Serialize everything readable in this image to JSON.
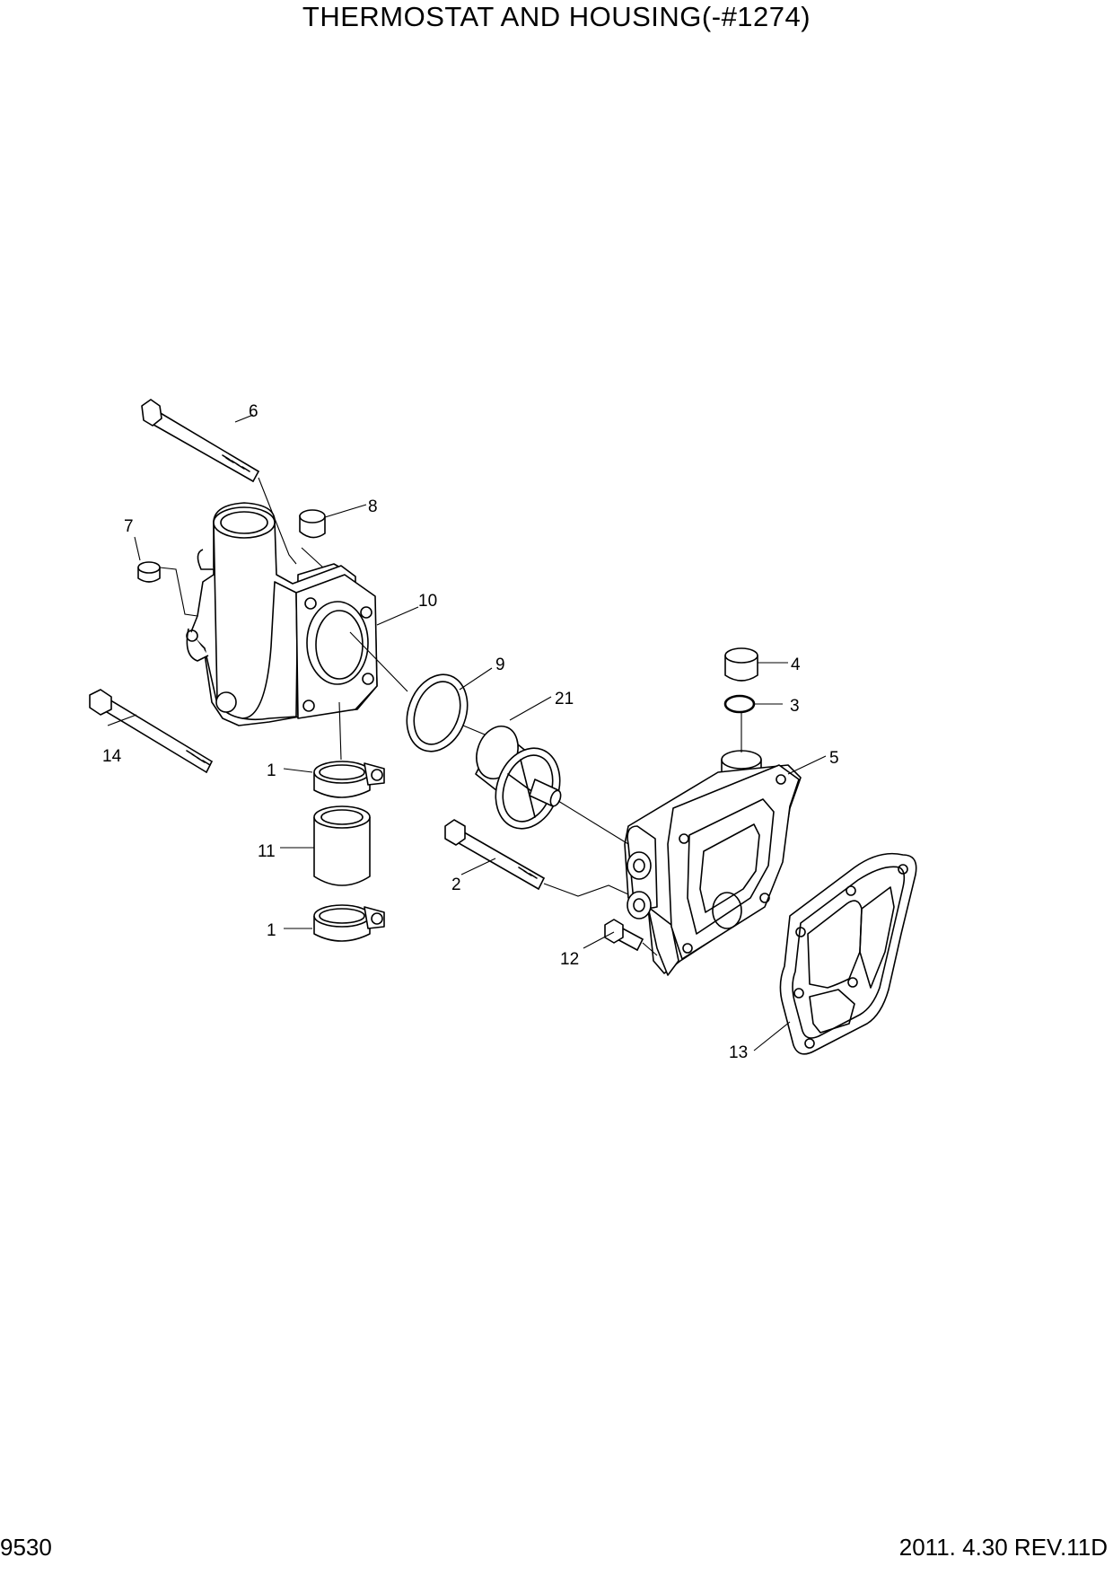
{
  "title": "THERMOSTAT AND HOUSING(-#1274)",
  "page_number": "9530",
  "revision": "2011. 4.30  REV.11D",
  "callouts": [
    "6",
    "8",
    "7",
    "10",
    "9",
    "21",
    "4",
    "3",
    "5",
    "14",
    "1",
    "11",
    "2",
    "1",
    "12",
    "13"
  ]
}
